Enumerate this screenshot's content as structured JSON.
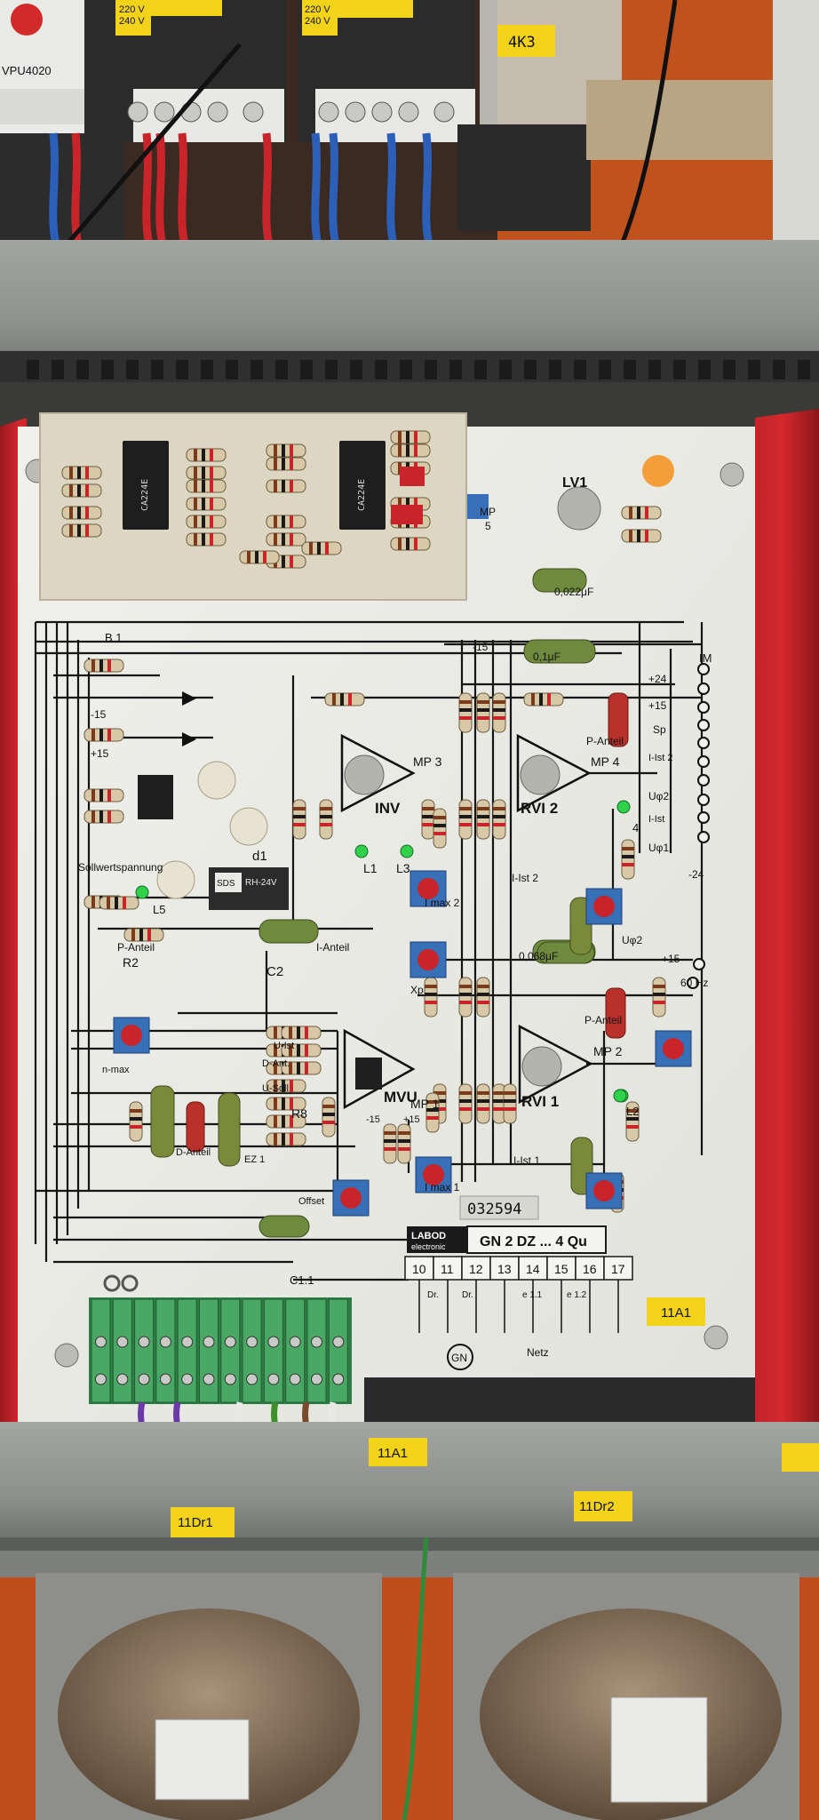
{
  "top": {
    "contactor_left": {
      "line1": "220 V",
      "line2": "240 V"
    },
    "contactor_right": {
      "line1": "220 V",
      "line2": "240 V"
    },
    "breaker_label": "VPU4020",
    "relay_tag": "4K3"
  },
  "board": {
    "brand": "LABOD",
    "brand_sub": "electronic",
    "model": "GN 2 DZ ... 4 Qu",
    "serial": "032594",
    "tag": "11A1",
    "ic_left": "CA224E",
    "ic_right": "CA224E",
    "relay_brand": "SDS",
    "relay_model": "RH-24V",
    "labels": {
      "sollwert": "Sollwertspannung",
      "inv": "INV",
      "rvi2": "RVI 2",
      "rvi1": "RVI 1",
      "mvu": "MVU",
      "lv1": "LV1",
      "mp3": "MP 3",
      "mp4": "MP 4",
      "mp2": "MP 2",
      "mp1": "MP 1",
      "mp5": "MP",
      "mp5b": "5",
      "imax2": "I max 2",
      "imax1": "I max 1",
      "iist2": "I-Ist 2",
      "iist1": "I-Ist 1",
      "panteil": "P-Anteil",
      "ianteil": "I-Anteil",
      "panteil_r": "P-Anteil",
      "panteil_r2": "P-Anteil",
      "r2": "R2",
      "r8": "R8",
      "c2": "C2",
      "c11": "C1.1",
      "b1": "B 1",
      "d1": "d1",
      "l1": "L1",
      "l3": "L3",
      "l2": "L2",
      "l4": "4",
      "l5": "L5",
      "nmax": "n-max",
      "offset": "Offset",
      "xp": "Xp",
      "sp": "Sp",
      "im": "IM",
      "p24": "+24",
      "p15": "+15",
      "m24": "-24",
      "m15a": "-15",
      "p15b": "+15",
      "iist2r": "I-Ist 2",
      "iist1r": "I-Ist",
      "up2": "Uφ2",
      "up1": "Uφ1",
      "up2b": "Uφ2",
      "hz": "60 Hz",
      "p15c": "+15",
      "m15": "-15",
      "p15d": "+15",
      "m15d": "-15",
      "uist": "U-Ist",
      "dant": "D-Ant.",
      "usoll": "U-Soll",
      "ez1": "EZ 1",
      "dant2": "D-Anteil",
      "cap1": "0,022μF",
      "cap2": "0,068μF",
      "cap3": "0,1μF"
    },
    "terminals": [
      "10",
      "11",
      "12",
      "13",
      "14",
      "15",
      "16",
      "17"
    ],
    "gn": "GN",
    "netz": "Netz",
    "dr1": "Dr.",
    "dr2": "Dr.",
    "e11": "e 1.1",
    "e12": "e 1.2"
  },
  "rail": {
    "tag": "11A1"
  },
  "bottom": {
    "tag_left": "11Dr1",
    "tag_right": "11Dr2"
  },
  "colors": {
    "panel": "#ebebe6",
    "red_frame": "#c8242a",
    "rail": "#8f9290",
    "terminal_green": "#3f9a58",
    "tag_yellow": "#f3d21a",
    "pcb": "#ddd6c2",
    "copper": "#fb8c2a"
  }
}
